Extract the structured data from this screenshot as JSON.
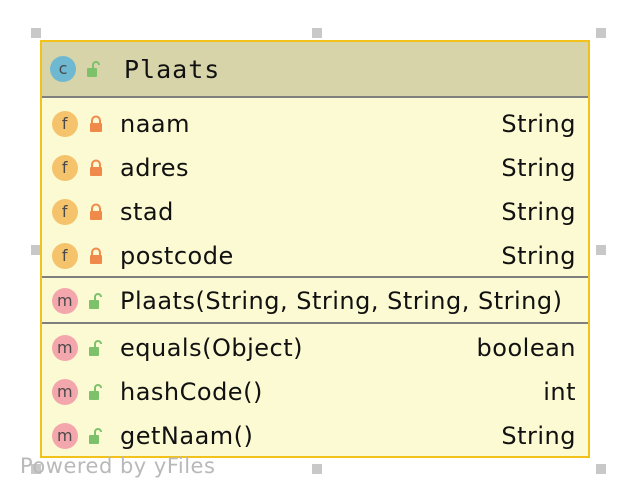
{
  "class": {
    "kind_letter": "c",
    "name": "Plaats",
    "fields": [
      {
        "kind_letter": "f",
        "name": "naam",
        "type": "String"
      },
      {
        "kind_letter": "f",
        "name": "adres",
        "type": "String"
      },
      {
        "kind_letter": "f",
        "name": "stad",
        "type": "String"
      },
      {
        "kind_letter": "f",
        "name": "postcode",
        "type": "String"
      }
    ],
    "constructors": [
      {
        "kind_letter": "m",
        "name": "Plaats(String, String, String, String)"
      }
    ],
    "methods": [
      {
        "kind_letter": "m",
        "name": "equals(Object)",
        "type": "boolean"
      },
      {
        "kind_letter": "m",
        "name": "hashCode()",
        "type": "int"
      },
      {
        "kind_letter": "m",
        "name": "getNaam()",
        "type": "String"
      }
    ]
  },
  "watermark": "Powered by yFiles",
  "colors": {
    "border": "#f2c21b",
    "header_bg": "#d6d4a8",
    "body_bg": "#fcfad2",
    "class_icon": "#6eb9d1",
    "field_icon": "#f5c36b",
    "method_icon": "#f4a6ad",
    "private_lock": "#f08a4b",
    "public_lock": "#7dc16a"
  }
}
